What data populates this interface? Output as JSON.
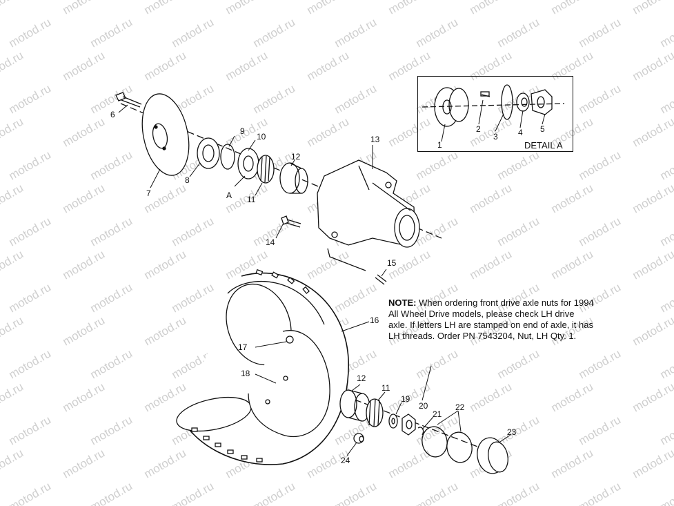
{
  "watermark_text": "motod.ru",
  "detail_label": "DETAIL A",
  "note": {
    "heading": "NOTE:",
    "body": "When ordering front drive axle nuts for 1994 All Wheel Drive models, please check LH drive axle.  If letters LH are stamped on end of axle, it has LH threads. Order PN 7543204, Nut, LH Qty. 1."
  },
  "callouts": {
    "c1": "1",
    "c2": "2",
    "c3": "3",
    "c4": "4",
    "c5": "5",
    "c6": "6",
    "c7": "7",
    "c8": "8",
    "c9": "9",
    "c10": "10",
    "c11a": "11",
    "c12a": "12",
    "c13": "13",
    "c14": "14",
    "c15": "15",
    "c16": "16",
    "c17": "17",
    "c18": "18",
    "c12b": "12",
    "c11b": "11",
    "c19": "19",
    "c20": "20",
    "c21": "21",
    "c22": "22",
    "c23": "23",
    "c24": "24",
    "cA": "A"
  }
}
